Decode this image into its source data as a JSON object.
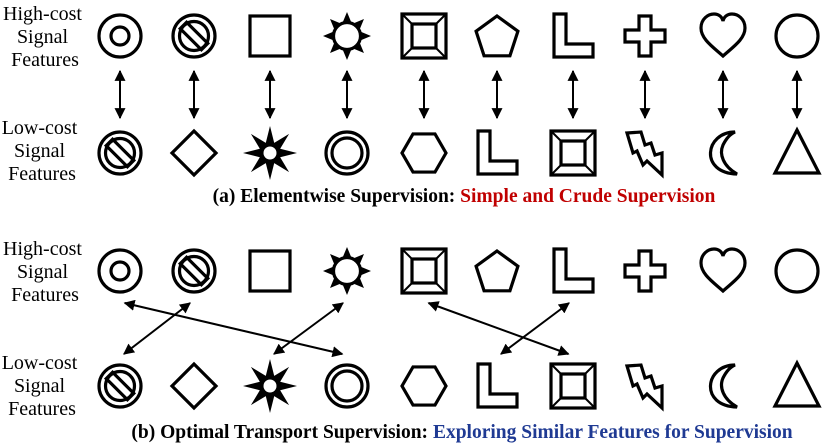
{
  "panels": [
    {
      "caption_prefix": "(a) Elementwise Supervision:",
      "caption_highlight": "Simple and Crude Supervision",
      "highlight_color": "#c00000",
      "high_label": [
        "High-cost",
        "Signal",
        "Features"
      ],
      "low_label": [
        "Low-cost",
        "Signal",
        "Features"
      ],
      "high_shapes": [
        "circle-in-circle-icon",
        "no-sign-icon",
        "square-icon",
        "sun-icon",
        "beveled-square-icon",
        "pentagon-icon",
        "l-shape-icon",
        "cross-icon",
        "heart-icon",
        "circle-icon"
      ],
      "low_shapes": [
        "no-sign-icon",
        "diamond-icon",
        "eight-point-star-icon",
        "double-circle-icon",
        "hexagon-icon",
        "l-shape-icon",
        "beveled-square-icon",
        "lightning-bolt-icon",
        "crescent-moon-icon",
        "triangle-icon"
      ],
      "links": [
        [
          0,
          0
        ],
        [
          1,
          1
        ],
        [
          2,
          2
        ],
        [
          3,
          3
        ],
        [
          4,
          4
        ],
        [
          5,
          5
        ],
        [
          6,
          6
        ],
        [
          7,
          7
        ],
        [
          8,
          8
        ],
        [
          9,
          9
        ]
      ]
    },
    {
      "caption_prefix": "(b) Optimal Transport Supervision:",
      "caption_highlight": "Exploring Similar Features for Supervision",
      "highlight_color": "#1f3a93",
      "high_label": [
        "High-cost",
        "Signal",
        "Features"
      ],
      "low_label": [
        "Low-cost",
        "Signal",
        "Features"
      ],
      "high_shapes": [
        "circle-in-circle-icon",
        "no-sign-icon",
        "square-icon",
        "sun-icon",
        "beveled-square-icon",
        "pentagon-icon",
        "l-shape-icon",
        "cross-icon",
        "heart-icon",
        "circle-icon"
      ],
      "low_shapes": [
        "no-sign-icon",
        "diamond-icon",
        "eight-point-star-icon",
        "double-circle-icon",
        "hexagon-icon",
        "l-shape-icon",
        "beveled-square-icon",
        "lightning-bolt-icon",
        "crescent-moon-icon",
        "triangle-icon"
      ],
      "links": [
        [
          0,
          3
        ],
        [
          1,
          0
        ],
        [
          3,
          2
        ],
        [
          6,
          5
        ],
        [
          4,
          6
        ]
      ]
    }
  ]
}
